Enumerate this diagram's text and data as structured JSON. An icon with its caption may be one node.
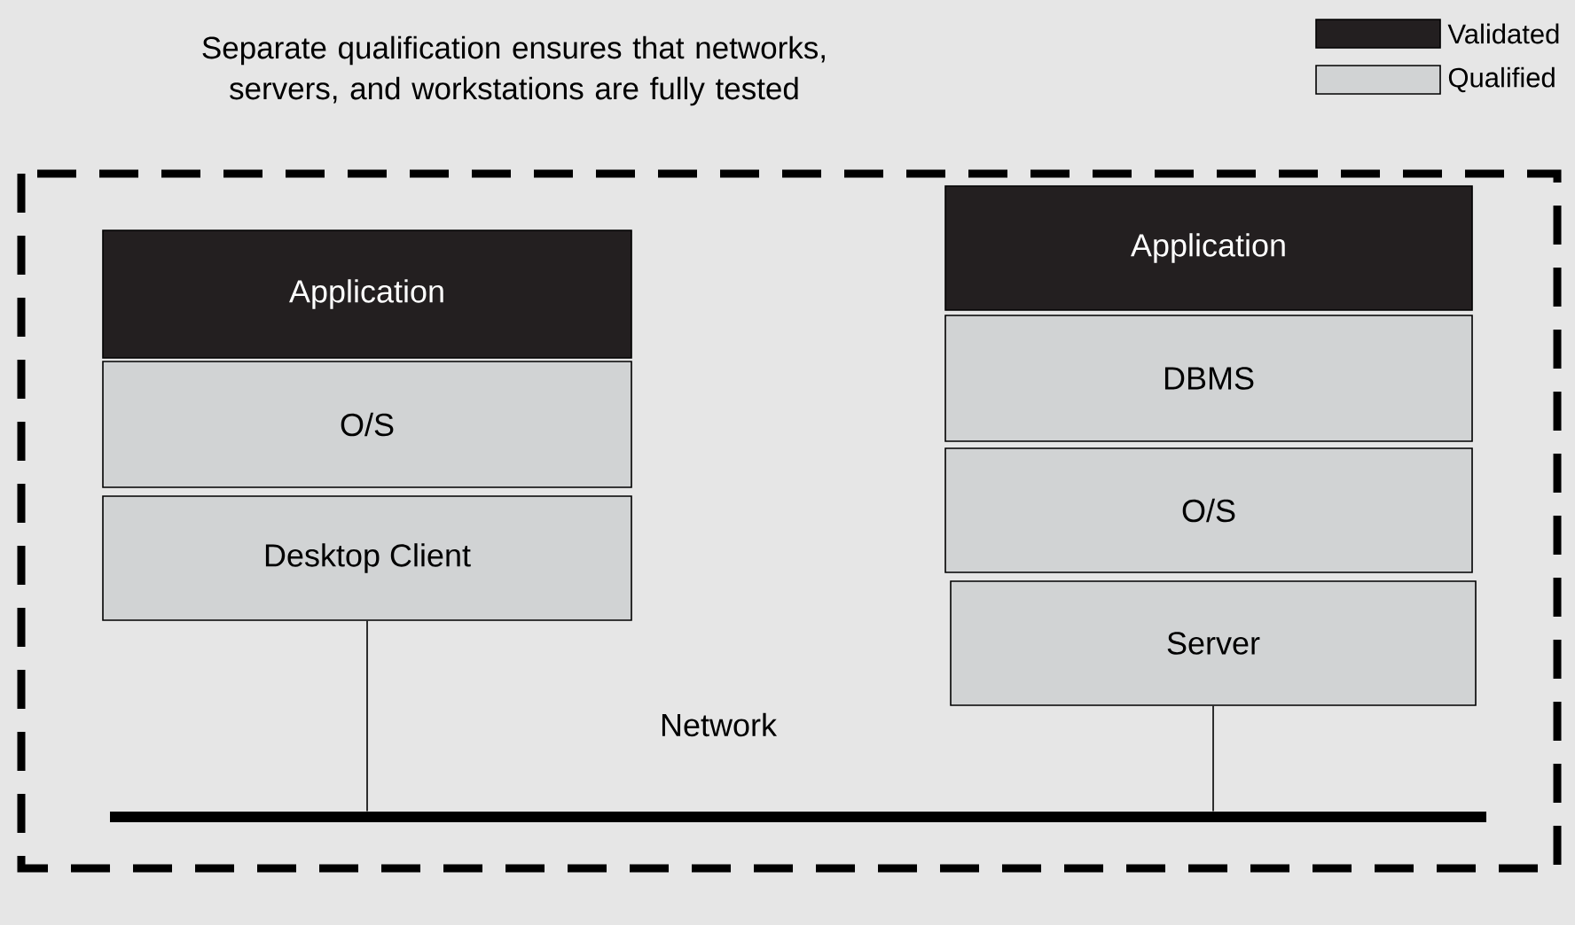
{
  "diagram": {
    "title": "Separate qualification ensures that networks, servers, and workstations are fully tested",
    "nodes": [
      {
        "text": [
          "Application"
        ]
      },
      {
        "text": [
          "O/S"
        ]
      },
      {
        "text": [
          "Desktop Client"
        ]
      },
      {
        "text": [
          "Application"
        ]
      },
      {
        "text": [
          "DBMS"
        ]
      },
      {
        "text": [
          "O/S"
        ]
      },
      {
        "text": [
          "Server"
        ]
      },
      {
        "text": [],
        "shape": "bar",
        "beside": [
          "Network"
        ]
      }
    ],
    "edges": [
      {
        "from": 2,
        "to": 7,
        "arrow": "none"
      },
      {
        "from": 6,
        "to": 7,
        "arrow": "none"
      }
    ],
    "legend": [
      {
        "text": "Validated",
        "color": "#231f20"
      },
      {
        "text": "Qualified",
        "color": "#d1d3d4"
      }
    ]
  }
}
